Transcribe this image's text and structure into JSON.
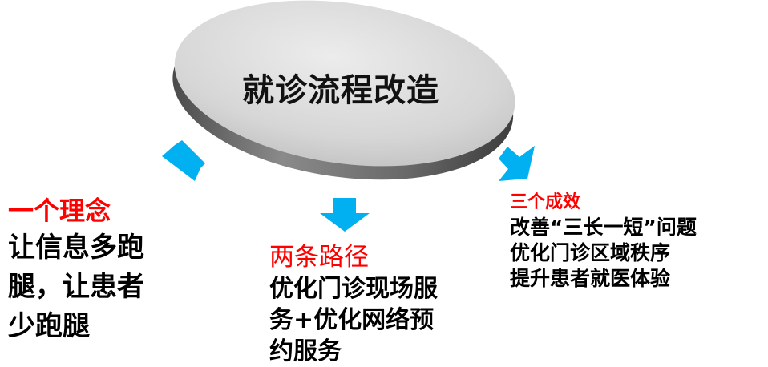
{
  "center": {
    "title": "就诊流程改造"
  },
  "branches": [
    {
      "heading": "一个理念",
      "lines": [
        "让信息多跑",
        "腿，让患者",
        "少跑腿"
      ]
    },
    {
      "heading": "两条路径",
      "lines": [
        "优化门诊现场服",
        "务+优化网络预",
        "约服务"
      ]
    },
    {
      "heading": "三个成效",
      "lines": [
        "改善“三长一短”问题",
        "优化门诊区域秩序",
        "提升患者就医体验"
      ]
    }
  ],
  "colors": {
    "heading": "#ff0000",
    "body_text": "#000000",
    "arrow": "#00b0f0",
    "ellipse_top": "#d9d9d9",
    "ellipse_side": "#7f7f7f"
  },
  "icons": [
    "arrow-down-left-icon",
    "arrow-down-icon",
    "arrow-down-right-icon"
  ]
}
